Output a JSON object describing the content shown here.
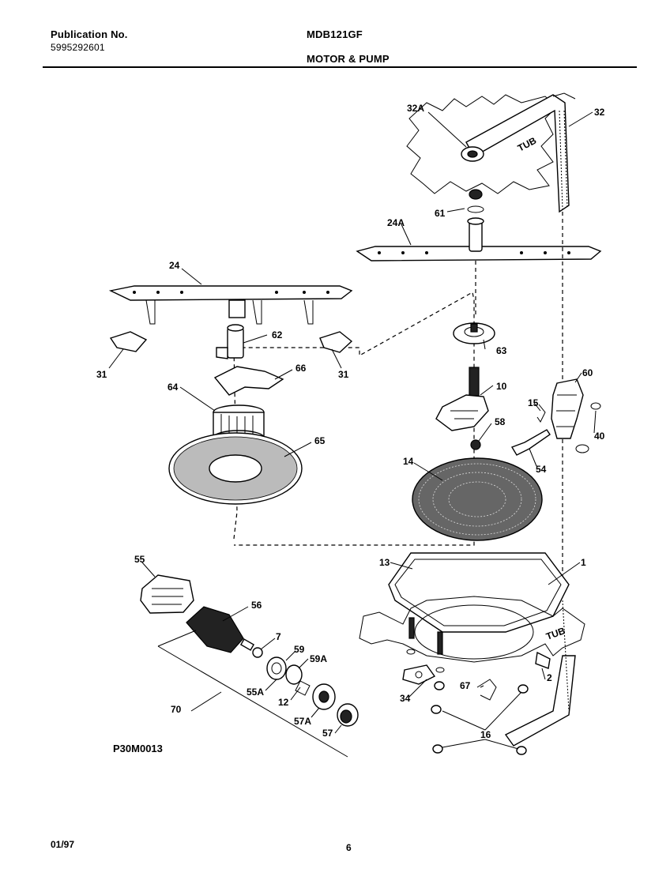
{
  "header": {
    "publication_label": "Publication No.",
    "publication_number": "5995292601",
    "model": "MDB121GF",
    "section_title": "MOTOR & PUMP"
  },
  "diagram": {
    "code": "P30M0013",
    "tub_label": "TUB",
    "callouts": {
      "c32A": "32A",
      "c32": "32",
      "c61": "61",
      "c24A": "24A",
      "c24": "24",
      "c62": "62",
      "c31a": "31",
      "c31b": "31",
      "c66": "66",
      "c64": "64",
      "c65": "65",
      "c63": "63",
      "c10": "10",
      "c60": "60",
      "c15": "15",
      "c58": "58",
      "c40": "40",
      "c54": "54",
      "c14": "14",
      "c13": "13",
      "c1": "1",
      "c55": "55",
      "c56": "56",
      "c7": "7",
      "c59": "59",
      "c59A": "59A",
      "c55A": "55A",
      "c12": "12",
      "c70": "70",
      "c57A": "57A",
      "c57": "57",
      "c34": "34",
      "c67": "67",
      "c2": "2",
      "c16": "16"
    }
  },
  "footer": {
    "date": "01/97",
    "page": "6"
  }
}
